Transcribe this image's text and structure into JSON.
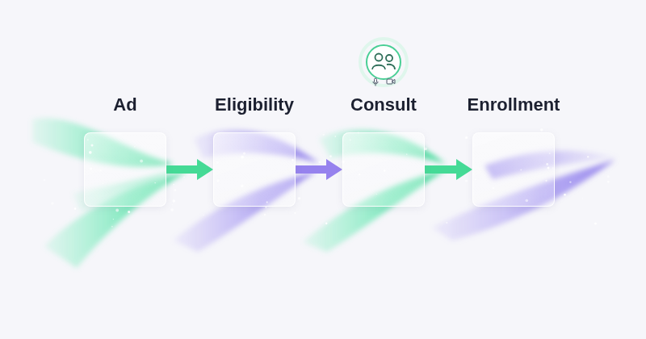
{
  "diagram": {
    "nodes": [
      {
        "text": [
          "Ad"
        ]
      },
      {
        "text": [
          "Eligibility"
        ]
      },
      {
        "text": [
          "Consult"
        ]
      },
      {
        "text": [
          "Enrollment"
        ]
      }
    ],
    "edges": [
      {
        "from": 0,
        "to": 1,
        "arrow": "to"
      },
      {
        "from": 1,
        "to": 2,
        "arrow": "to"
      },
      {
        "from": 2,
        "to": 3,
        "arrow": "to"
      }
    ]
  }
}
